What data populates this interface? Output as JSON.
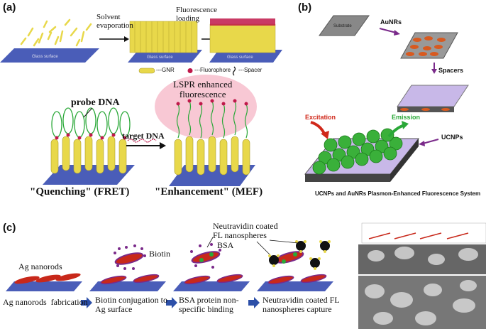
{
  "panels": {
    "a": {
      "label": "(a)",
      "step1": "Solvent\nevaporation",
      "step2": "Fluorescence\nloading",
      "substrate": "Glass surface",
      "legend": {
        "gnr": "---GNR",
        "fluorophore": "---Fluorophore",
        "spacer": "---Spacer"
      },
      "probe": "probe DNA",
      "lspr": "LSPR enhanced\nfluorescence",
      "target": "target DNA",
      "quenching": "\"Quenching\" (FRET)",
      "enhancement": "\"Enhancement\" (MEF)"
    },
    "b": {
      "label": "(b)",
      "substrate": "Substrate",
      "aunrs": "AuNRs",
      "spacers": "Spacers",
      "excitation": "Excitation",
      "emission": "Emission",
      "ucnps": "UCNPs",
      "caption": "UCNPs and AuNRs Plasmon-Enhanced Fluorescence System"
    },
    "c": {
      "label": "(c)",
      "neutravidin": "Neutravidin coated\nFL nanospheres",
      "biotin": "Biotin",
      "bsa": "BSA",
      "agnanorods": "Ag nanorods",
      "step1": "Ag nanorods  fabrication",
      "step2": "Biotin conjugation to\nAg surface",
      "step3": "BSA protein non-\nspecific binding",
      "step4": "Neutravidin coated FL\nnanospheres capture"
    }
  },
  "colors": {
    "gnr": "#e8d84a",
    "substrate": "#4a5db8",
    "fluor": "#c0184a",
    "agrod": "#c8281a",
    "arrow": "#2c4fa8",
    "green": "#2aa838",
    "red": "#d0281a",
    "purple": "#7a2a8a"
  }
}
